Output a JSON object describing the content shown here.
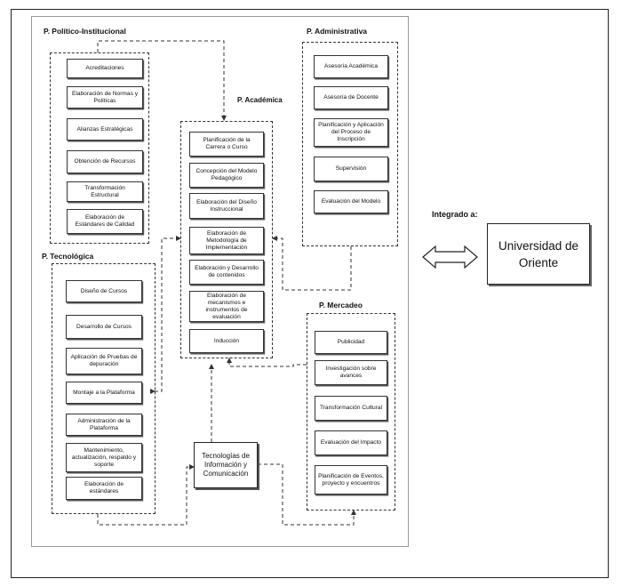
{
  "groups": {
    "politico": {
      "title": "P. Político-Institucional",
      "items": [
        "Acreditaciones",
        "Elaboración de Normas y Políticas",
        "Alianzas Estratégicas",
        "Obtención de Recursos",
        "Transformación Estructural",
        "Elaboración de Estándares de Calidad"
      ]
    },
    "administrativa": {
      "title": "P. Administrativa",
      "items": [
        "Asesoría Académica",
        "Asesoría de Docente",
        "Planificación y Aplicación del Proceso de Inscripción",
        "Supervisión",
        "Evaluación del Modelo"
      ]
    },
    "academica": {
      "title": "P. Académica",
      "items": [
        "Planificación de la Carrera o Curso",
        "Concepción del Modelo Pedagógico",
        "Elaboración del Diseño Instruccional",
        "Elaboración de Metodología de Implementación",
        "Elaboración y Desarrollo de contenidos",
        "Elaboración de mecanismos e instrumentos de evaluación",
        "Inducción"
      ]
    },
    "tecnologica": {
      "title": "P. Tecnológica",
      "items": [
        "Diseño de Cursos",
        "Desarrollo de Cursos",
        "Aplicación de Pruebas de depuración",
        "Montaje a la Plataforma",
        "Administración de la Plataforma",
        "Mantenimiento, actualización, respaldo y soporte",
        "Elaboración de estándares"
      ]
    },
    "mercadeo": {
      "title": "P. Mercadeo",
      "items": [
        "Publicidad",
        "Investigación sobre avances",
        "Transformación Cultural",
        "Evaluación del Impacto",
        "Planificación de Eventos, proyecto y encuentros"
      ]
    }
  },
  "tic": "Tecnologías de Información y Comunicación",
  "integrado_label": "Integrado a:",
  "universidad": "Universidad de Oriente",
  "colors": {
    "line": "#333333",
    "frame": "#222222",
    "panel_border": "#999999"
  }
}
